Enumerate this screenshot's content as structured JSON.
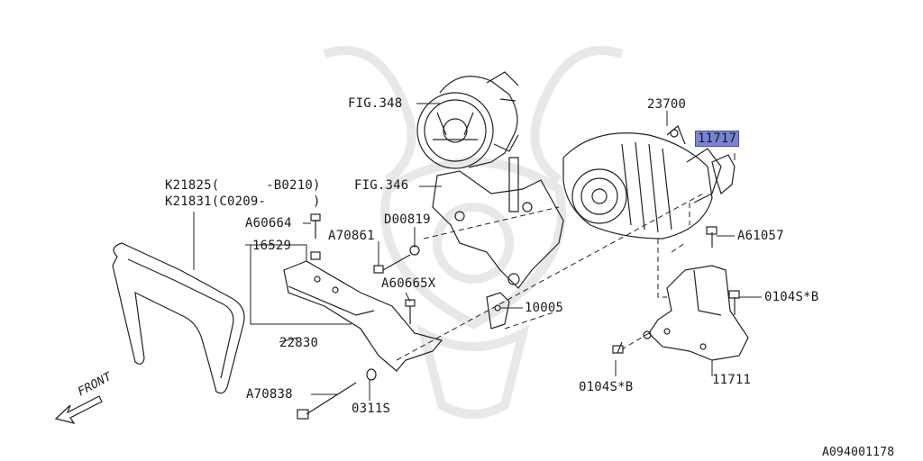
{
  "diagram": {
    "figure_id": "A094001178",
    "front_label": "FRONT",
    "labels": {
      "fig348": "FIG.348",
      "fig346": "FIG.346",
      "p23700": "23700",
      "p11717": "11717",
      "k21825": "K21825(      -B0210)",
      "k21831": "K21831(C0209-      )",
      "a60664": "A60664",
      "d00819": "D00819",
      "a70861": "A70861",
      "p16529": "16529",
      "a60665x": "A60665X",
      "a61057": "A61057",
      "p10005": "10005",
      "p0104sb_right": "0104S*B",
      "p0104sb_bottom": "0104S*B",
      "p22830": "22830",
      "a70838": "A70838",
      "p0311s": "0311S",
      "p11711": "11711"
    },
    "highlight_color": "#7a84d6",
    "watermark": "samurai-helmet-watermark"
  }
}
